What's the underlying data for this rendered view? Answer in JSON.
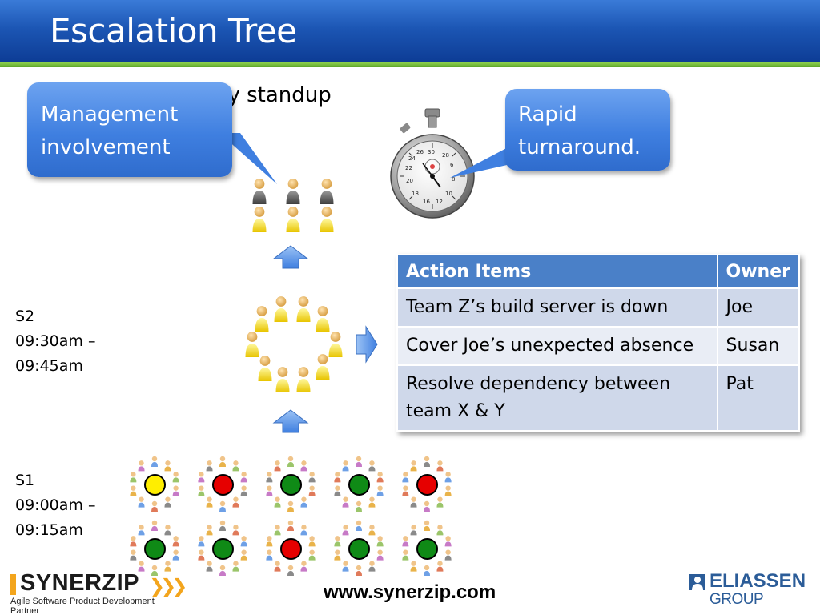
{
  "slide": {
    "title": "Escalation Tree",
    "subtitle": "ily standup"
  },
  "callouts": {
    "left": {
      "line1": "Management",
      "line2": "involvement",
      "color": "#4a86e4"
    },
    "right": {
      "line1": "Rapid",
      "line2": "turnaround.",
      "color": "#4a86e4"
    }
  },
  "stages": {
    "s2": {
      "name": "S2",
      "start": "09:30am –",
      "end": "09:45am"
    },
    "s1": {
      "name": "S1",
      "start": "09:00am –",
      "end": "09:15am"
    }
  },
  "table": {
    "headers": [
      "Action Items",
      "Owner"
    ],
    "rows": [
      [
        "Team Z’s build server is down",
        "Joe"
      ],
      [
        "Cover Joe’s unexpected absence",
        "Susan"
      ],
      [
        "Resolve dependency between team X & Y",
        "Pat"
      ]
    ],
    "header_color": "#4a80c8"
  },
  "teams": {
    "status_colors": {
      "yellow": "#ffee00",
      "red": "#e60000",
      "green": "#0f8a16"
    },
    "rows": [
      [
        "yellow",
        "red",
        "green",
        "green",
        "red"
      ],
      [
        "green",
        "green",
        "red",
        "green",
        "green"
      ]
    ]
  },
  "footer": {
    "logo_name": "SYNERZIP",
    "logo_tagline": "Agile Software Product Development Partner",
    "url": "www.synerzip.com",
    "partner_name": "ELIASSEN",
    "partner_group": "GROUP"
  },
  "icons": [
    "stopwatch-icon",
    "person-icon",
    "up-arrow-icon",
    "right-arrow-icon"
  ]
}
